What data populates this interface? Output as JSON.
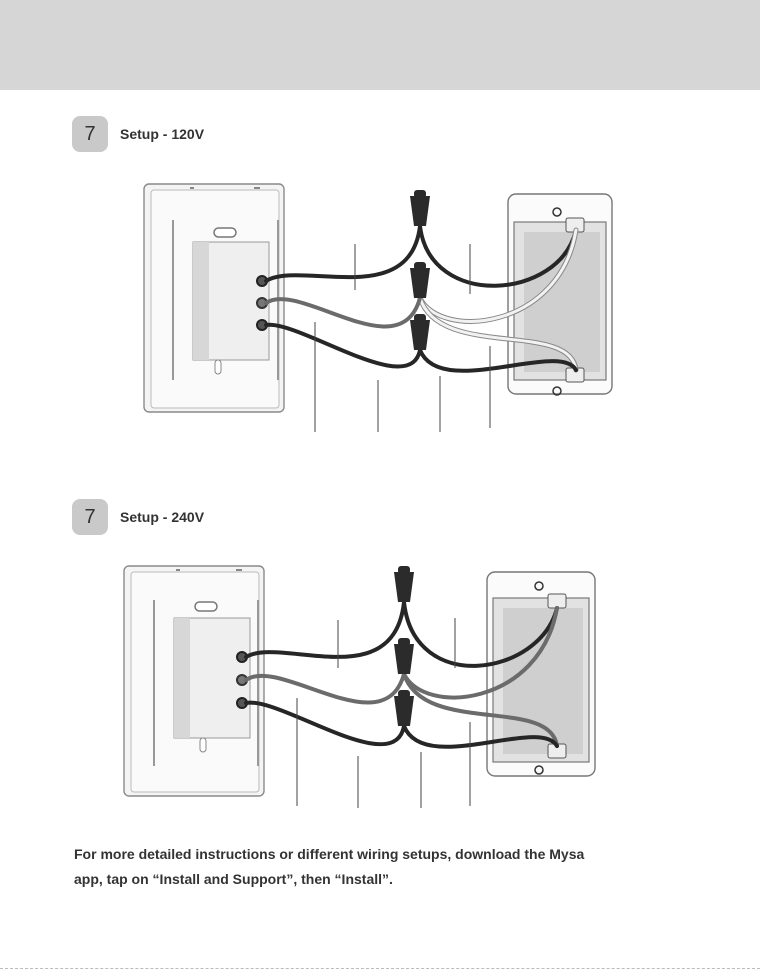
{
  "steps": [
    {
      "number": "7",
      "title": "Setup - 120V"
    },
    {
      "number": "7",
      "title": "Setup - 240V"
    }
  ],
  "footer": {
    "line1": "For more detailed instructions or different wiring setups, download the Mysa",
    "line2": "app, tap on “Install and Support”, then “Install”."
  },
  "colors": {
    "banner": "#d6d6d6",
    "badge": "#c9c9c9",
    "wire_black": "#262626",
    "wire_gray": "#6b6b6b",
    "wire_white": "#f2f2f2"
  }
}
